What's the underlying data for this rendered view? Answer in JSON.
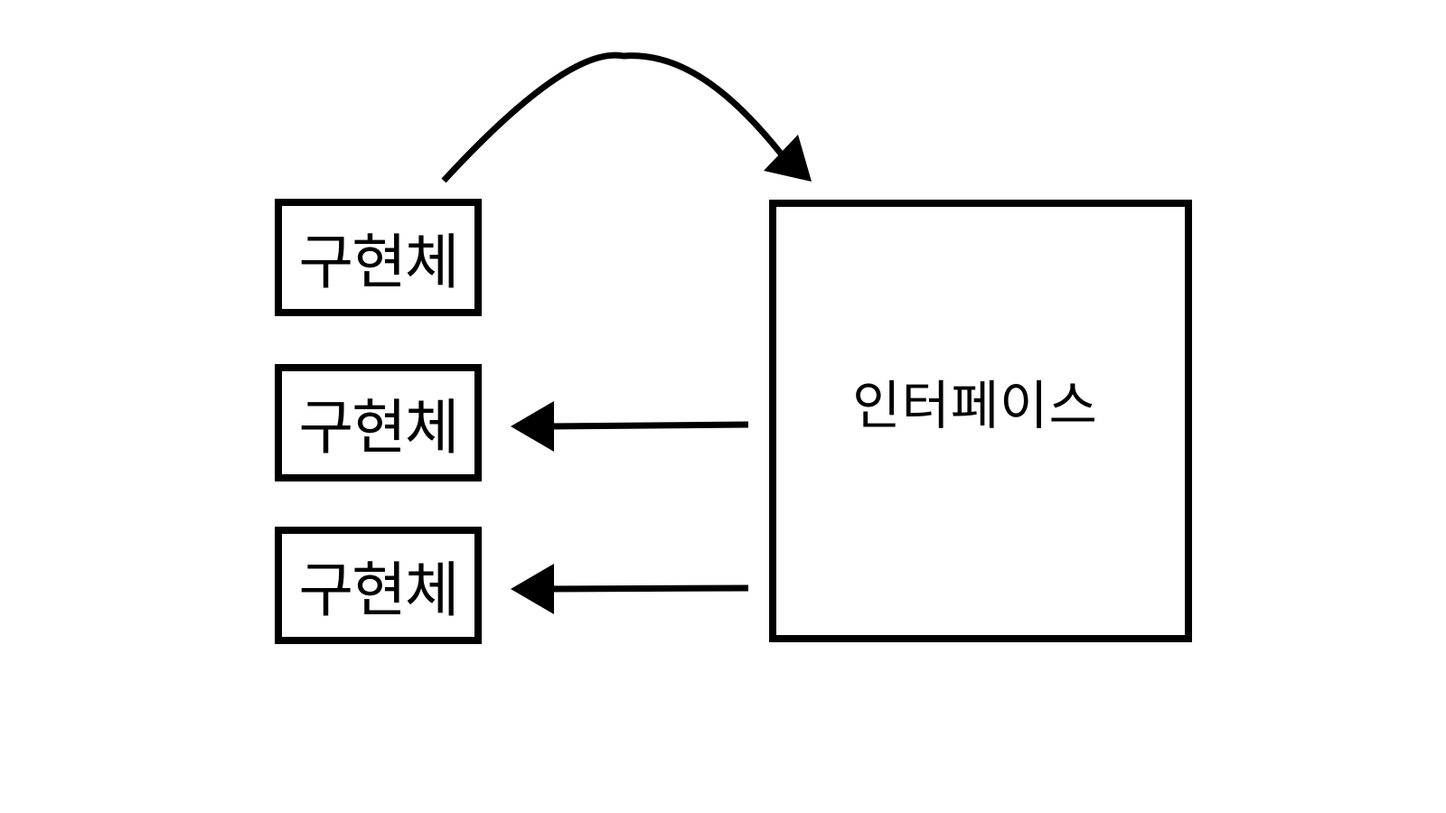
{
  "diagram": {
    "interface": {
      "label": "인터페이스"
    },
    "implementations": [
      {
        "label": "구현체"
      },
      {
        "label": "구현체"
      },
      {
        "label": "구현체"
      }
    ],
    "edges": [
      {
        "from": "implementation-1",
        "to": "interface",
        "style": "curved-arrow"
      },
      {
        "from": "interface",
        "to": "implementation-2",
        "style": "straight-arrow"
      },
      {
        "from": "interface",
        "to": "implementation-3",
        "style": "straight-arrow"
      }
    ],
    "colors": {
      "stroke": "#000000",
      "background": "#ffffff"
    }
  }
}
